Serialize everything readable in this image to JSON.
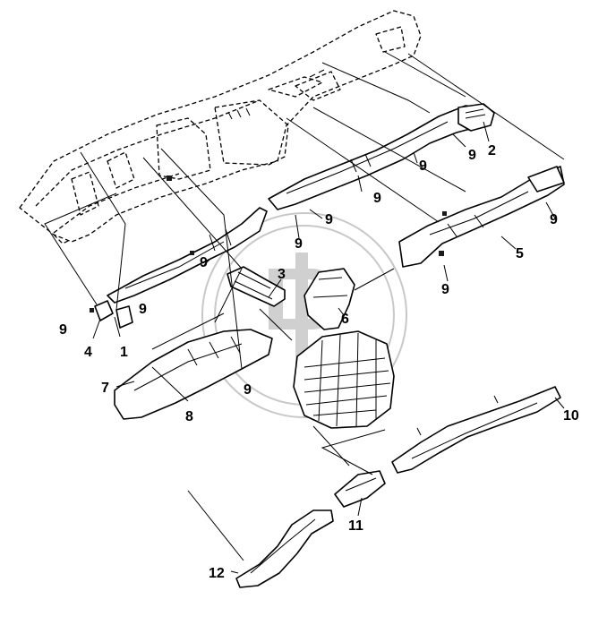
{
  "callouts": {
    "c1": "1",
    "c2": "2",
    "c3": "3",
    "c4": "4",
    "c5": "5",
    "c6": "6",
    "c7": "7",
    "c8": "8",
    "c9a": "9",
    "c9b": "9",
    "c9c": "9",
    "c9d": "9",
    "c9e": "9",
    "c9f": "9",
    "c9g": "9",
    "c9h": "9",
    "c9i": "9",
    "c9j": "9",
    "c9k": "9",
    "c10": "10",
    "c11": "11",
    "c12": "12"
  },
  "colors": {
    "line": "#000000",
    "watermark": "#c8c8c8",
    "background": "#ffffff"
  }
}
